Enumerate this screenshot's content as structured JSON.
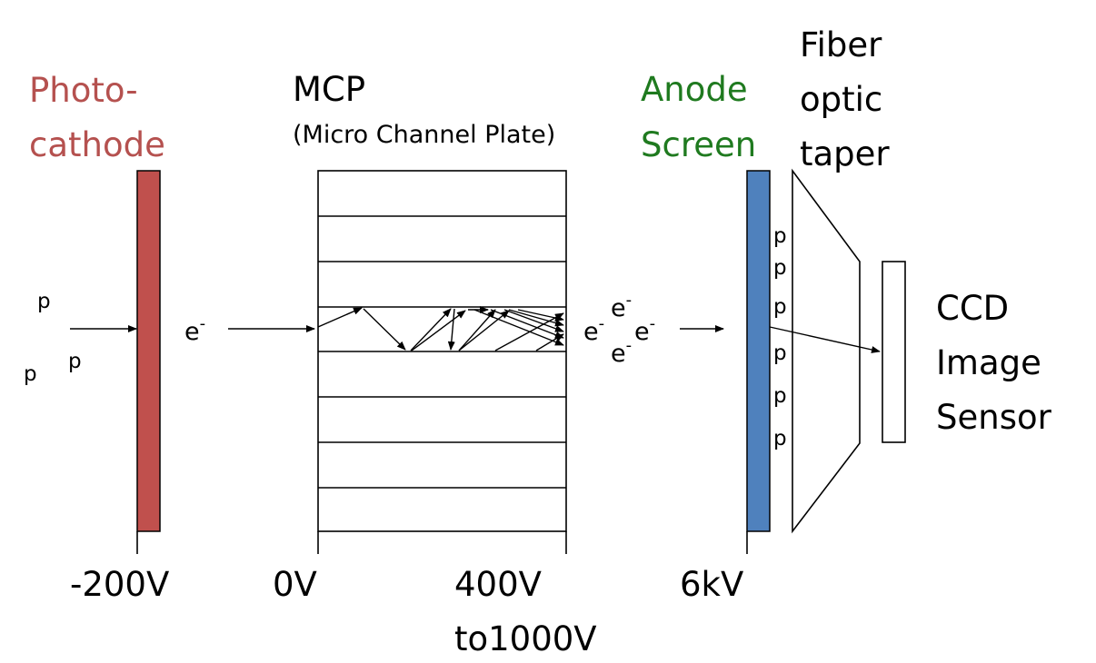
{
  "colors": {
    "photocathode": "#c0504d",
    "photocathode_label": "#b5514f",
    "anode_screen": "#4f81bd",
    "anode_label": "#1f7a1f",
    "line": "#000000"
  },
  "labels": {
    "photocathode_line1": "Photo-",
    "photocathode_line2": "cathode",
    "mcp_title": "MCP",
    "mcp_subtitle": "(Micro Channel Plate)",
    "anode_line1": "Anode",
    "anode_line2": "Screen",
    "fiber_line1": "Fiber",
    "fiber_line2": "optic",
    "fiber_line3": "taper",
    "ccd_line1": "CCD",
    "ccd_line2": "Image",
    "ccd_line3": "Sensor"
  },
  "particles": {
    "photon": "p",
    "electron": "e",
    "electron_sup": "-"
  },
  "voltages": {
    "photocathode": "-200V",
    "mcp_input": "0V",
    "mcp_output_line1": "400V",
    "mcp_output_line2": "to1000V",
    "anode": "6kV"
  }
}
